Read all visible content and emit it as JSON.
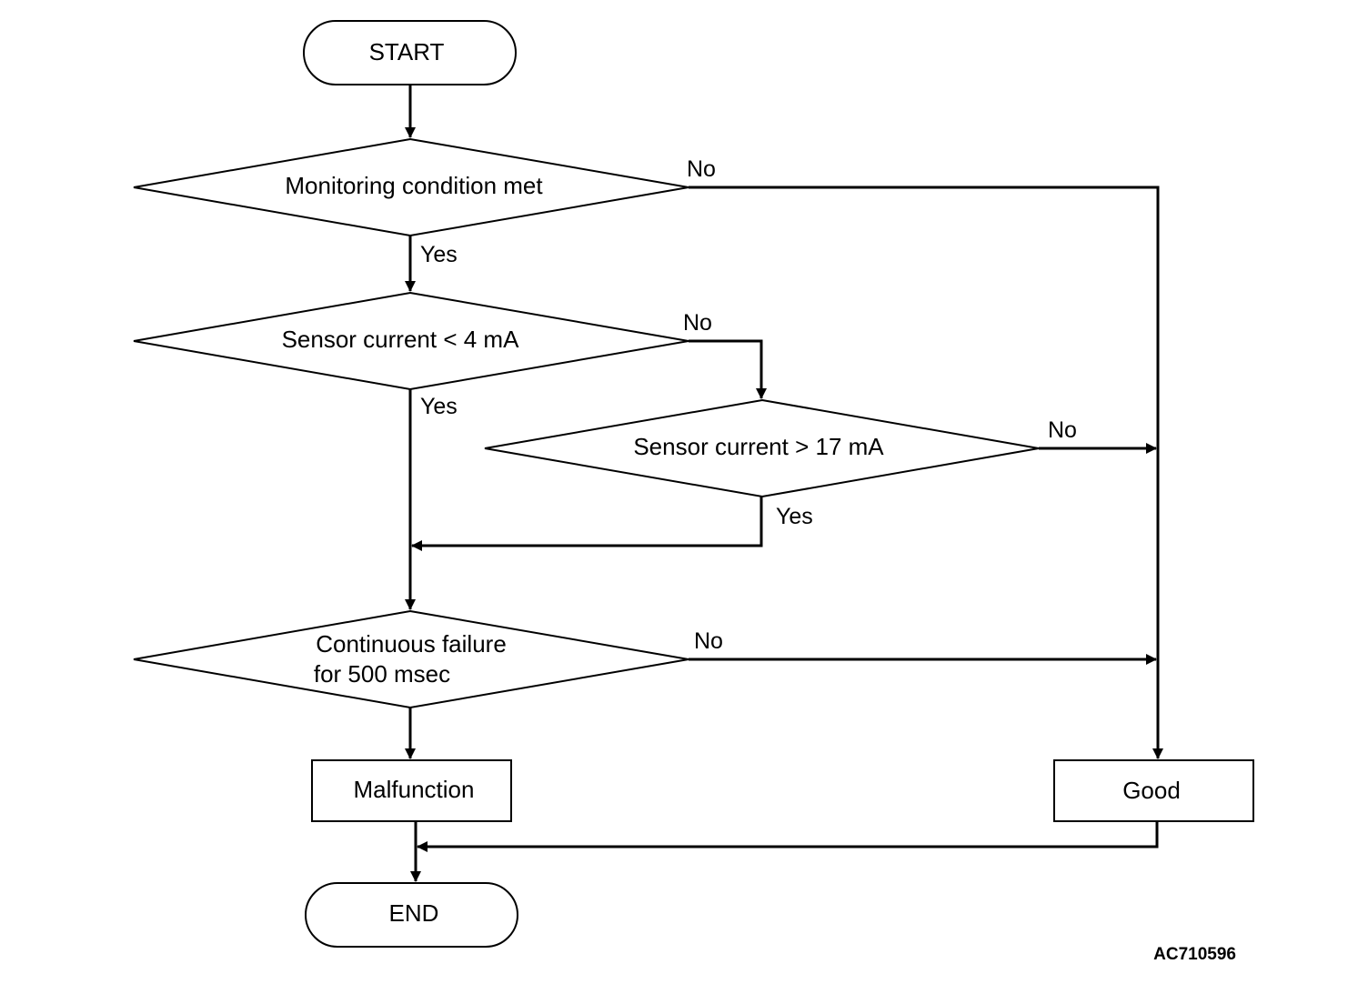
{
  "nodes": {
    "start": "START",
    "monitoring": "Monitoring condition met",
    "low_current": "Sensor current < 4 mA",
    "high_current": "Sensor current > 17 mA",
    "continuous": [
      "Continuous failure",
      "for 500 msec"
    ],
    "malfunction": "Malfunction",
    "good": "Good",
    "end": "END"
  },
  "edges": {
    "monitoring_no": "No",
    "monitoring_yes": "Yes",
    "low_no": "No",
    "low_yes": "Yes",
    "high_no": "No",
    "high_yes": "Yes",
    "continuous_no": "No"
  },
  "reference_code": "AC710596"
}
